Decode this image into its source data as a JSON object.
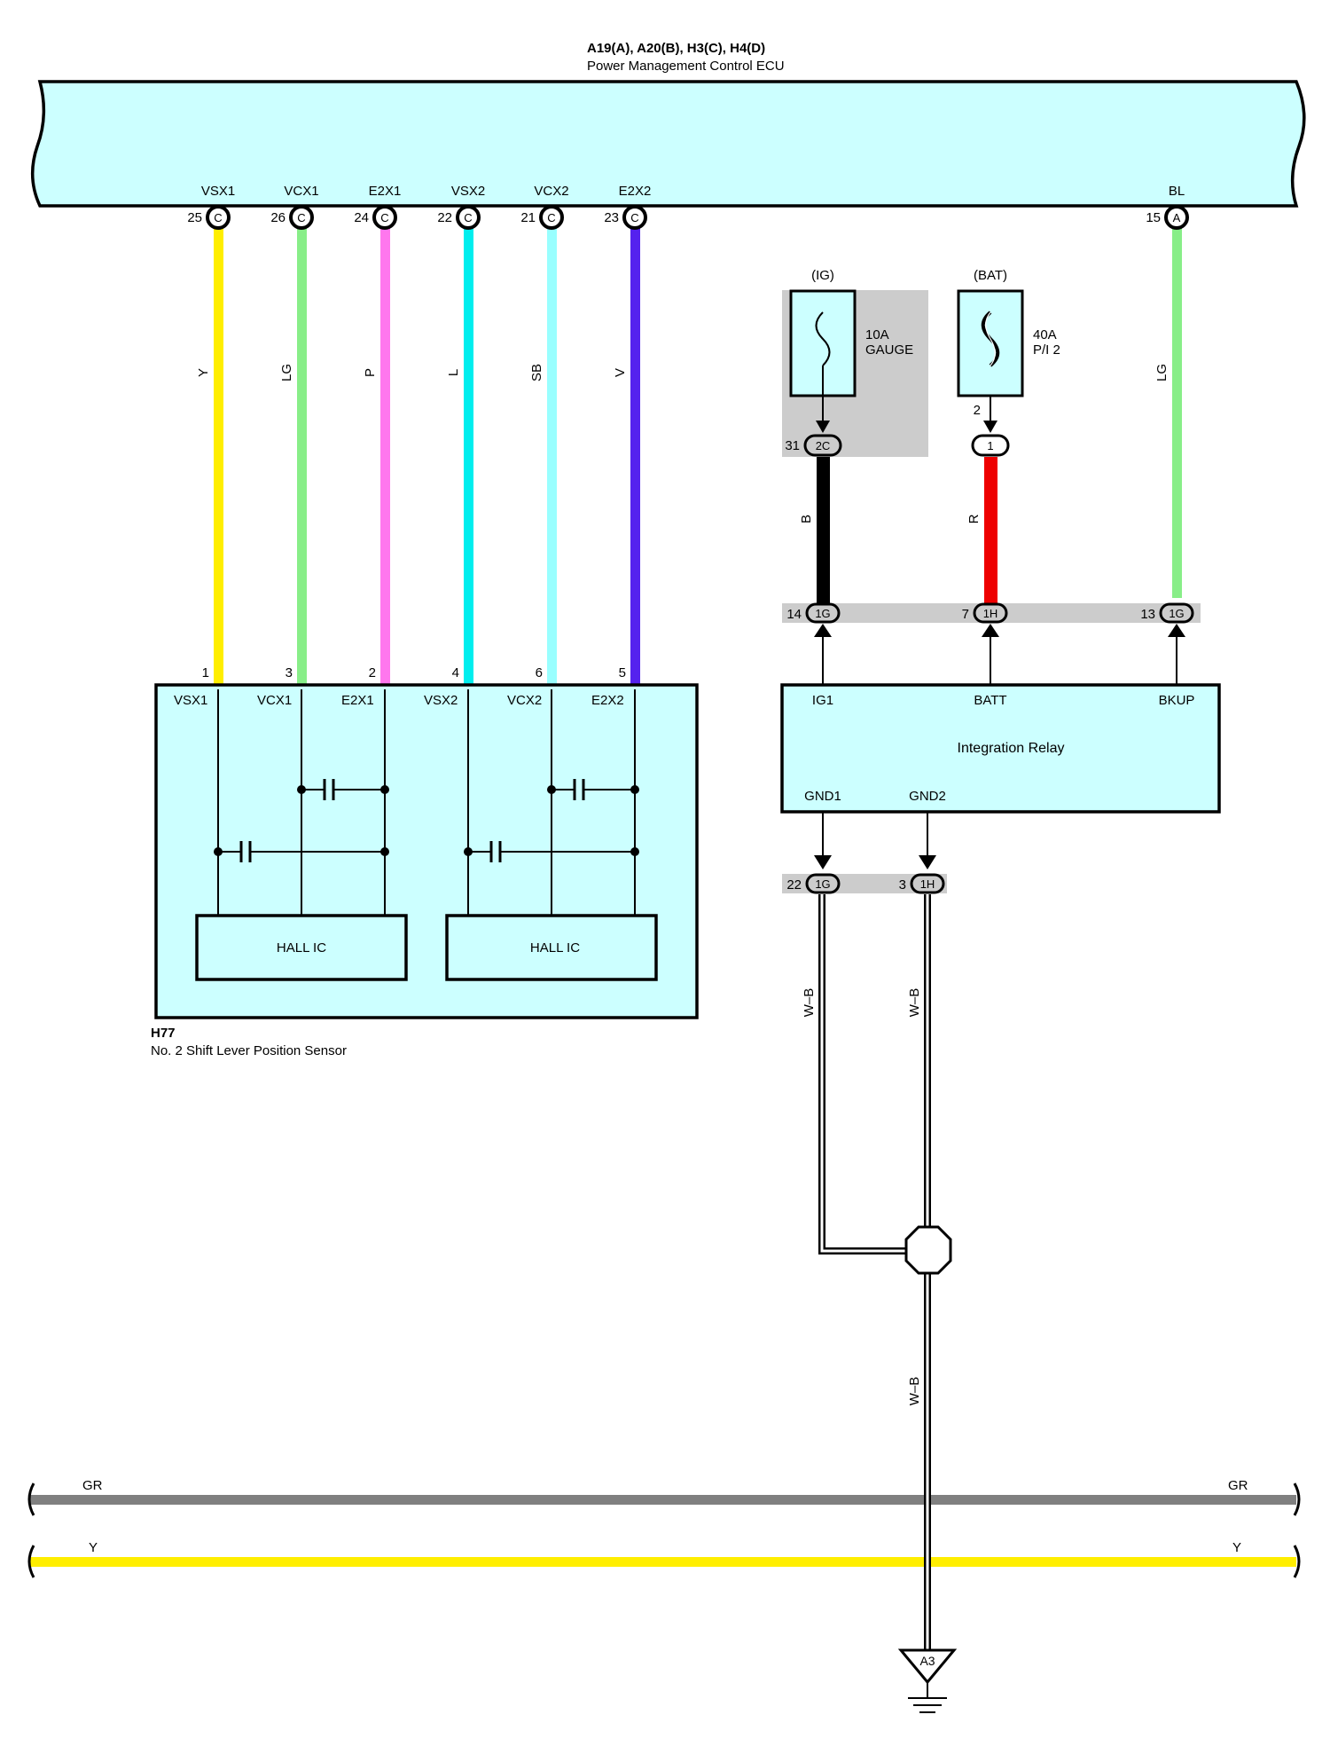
{
  "ecu": {
    "connectors_label": "A19(A), A20(B), H3(C), H4(D)",
    "name": "Power Management Control ECU",
    "pins": [
      {
        "label": "VSX1",
        "pin": "25",
        "conn": "C",
        "wire": "Y"
      },
      {
        "label": "VCX1",
        "pin": "26",
        "conn": "C",
        "wire": "LG"
      },
      {
        "label": "E2X1",
        "pin": "24",
        "conn": "C",
        "wire": "P"
      },
      {
        "label": "VSX2",
        "pin": "22",
        "conn": "C",
        "wire": "L"
      },
      {
        "label": "VCX2",
        "pin": "21",
        "conn": "C",
        "wire": "SB"
      },
      {
        "label": "E2X2",
        "pin": "23",
        "conn": "C",
        "wire": "V"
      },
      {
        "label": "BL",
        "pin": "15",
        "conn": "A",
        "wire": "LG"
      }
    ]
  },
  "sensor": {
    "id": "H77",
    "name": "No.  2 Shift Lever Position Sensor",
    "pins": [
      {
        "num": "1",
        "label": "VSX1"
      },
      {
        "num": "3",
        "label": "VCX1"
      },
      {
        "num": "2",
        "label": "E2X1"
      },
      {
        "num": "4",
        "label": "VSX2"
      },
      {
        "num": "6",
        "label": "VCX2"
      },
      {
        "num": "5",
        "label": "E2X2"
      }
    ],
    "hall_ic": [
      "HALL IC",
      "HALL IC"
    ]
  },
  "fuses": [
    {
      "source": "(IG)",
      "rating": "10A",
      "name": "GAUGE",
      "pin_num": "31",
      "conn": "2C",
      "wire": "B"
    },
    {
      "source": "(BAT)",
      "rating": "40A",
      "name": "P/I 2",
      "pin_num": "2",
      "conn": "1",
      "wire": "R"
    }
  ],
  "relay": {
    "name": "Integration Relay",
    "top_pins": [
      {
        "label": "IG1",
        "num": "14",
        "conn": "1G"
      },
      {
        "label": "BATT",
        "num": "7",
        "conn": "1H"
      },
      {
        "label": "BKUP",
        "num": "13",
        "conn": "1G"
      }
    ],
    "bottom_pins": [
      {
        "label": "GND1",
        "num": "22",
        "conn": "1G",
        "wire": "W–B"
      },
      {
        "label": "GND2",
        "num": "3",
        "conn": "1H",
        "wire": "W–B"
      }
    ]
  },
  "ground": {
    "wire": "W–B",
    "label": "A3"
  },
  "buses": [
    {
      "left": "GR",
      "right": "GR"
    },
    {
      "left": "Y",
      "right": "Y"
    }
  ],
  "colors": {
    "Y": "#ffee00",
    "LG": "#88ee88",
    "P": "#ff77ee",
    "L": "#00eeee",
    "SB": "#99ffff",
    "V": "#5522ee",
    "B": "#000000",
    "R": "#ee0000",
    "GR": "#808080",
    "box": "#ccffff"
  }
}
